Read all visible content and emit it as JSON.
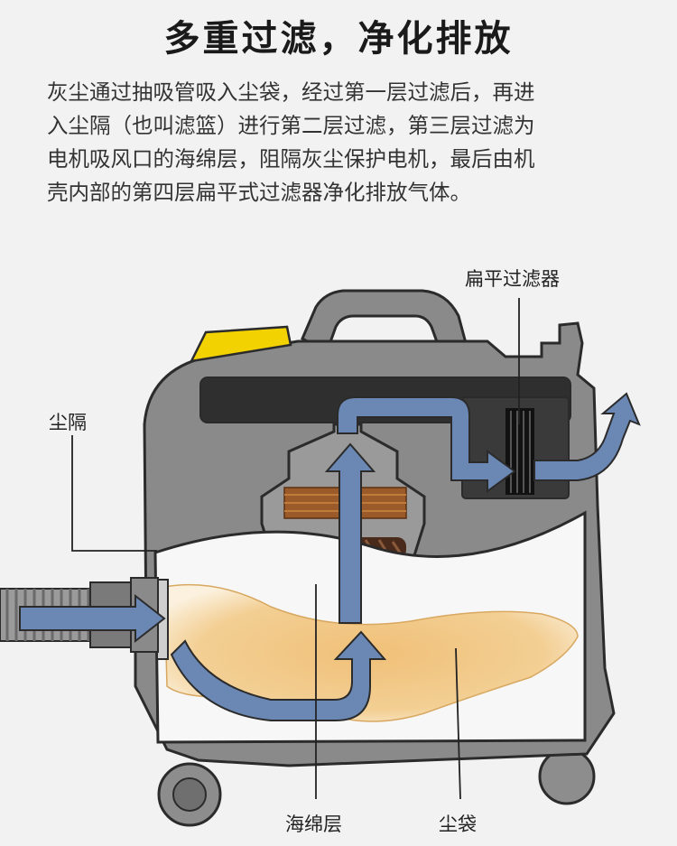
{
  "title": "多重过滤，净化排放",
  "description": [
    "灰尘通过抽吸管吸入尘袋，经过第一层过滤后，再进",
    "入尘隔（也叫滤篮）进行第二层过滤，第三层过滤为",
    "电机吸风口的海绵层，阻隔灰尘保护电机，最后由机",
    "壳内部的第四层扁平式过滤器净化排放气体。"
  ],
  "labels": {
    "flat_filter": "扁平过滤器",
    "dust_separator": "尘隔",
    "sponge_layer": "海绵层",
    "dust_bag": "尘袋"
  },
  "colors": {
    "arrow": "#6b87b3",
    "body": "#8a8a8a",
    "outline": "#2b2b2b",
    "accent_yellow": "#f2d200",
    "dust": "#f0c078",
    "coil": "#9a5a2a"
  }
}
